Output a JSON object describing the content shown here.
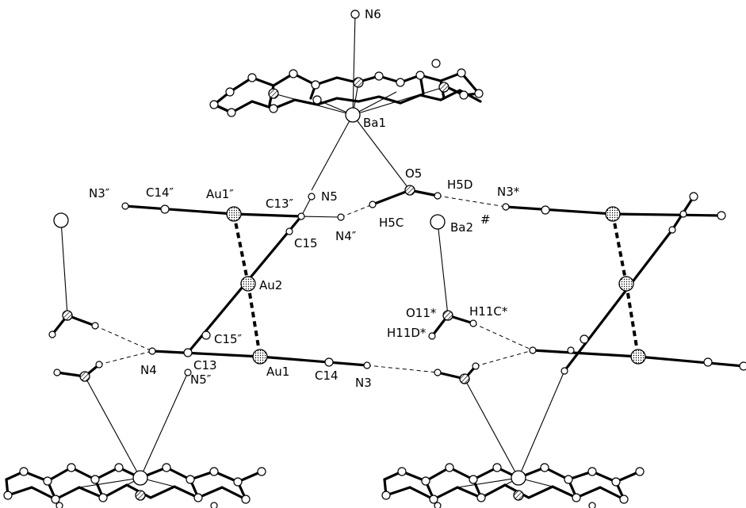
{
  "labels": {
    "n6": "N6",
    "ba1": "Ba1",
    "o5": "O5",
    "h5d": "H5D",
    "n3star": "N3*",
    "n3pp": "N3″",
    "c14pp": "C14″",
    "au1pp": "Au1″",
    "c13pp": "C13″",
    "n5": "N5",
    "h5c": "H5C",
    "n4pp": "N4″",
    "c15": "C15",
    "ba2hash": "Ba2",
    "hash": "#",
    "au2": "Au2",
    "o11star": "O11*",
    "h11cstar": "H11C*",
    "h11dstar": "H11D*",
    "c15pp": "C15″",
    "n4": "N4",
    "c13": "C13",
    "n5pp": "N5″",
    "au1": "Au1",
    "c14": "C14",
    "n3": "N3"
  }
}
